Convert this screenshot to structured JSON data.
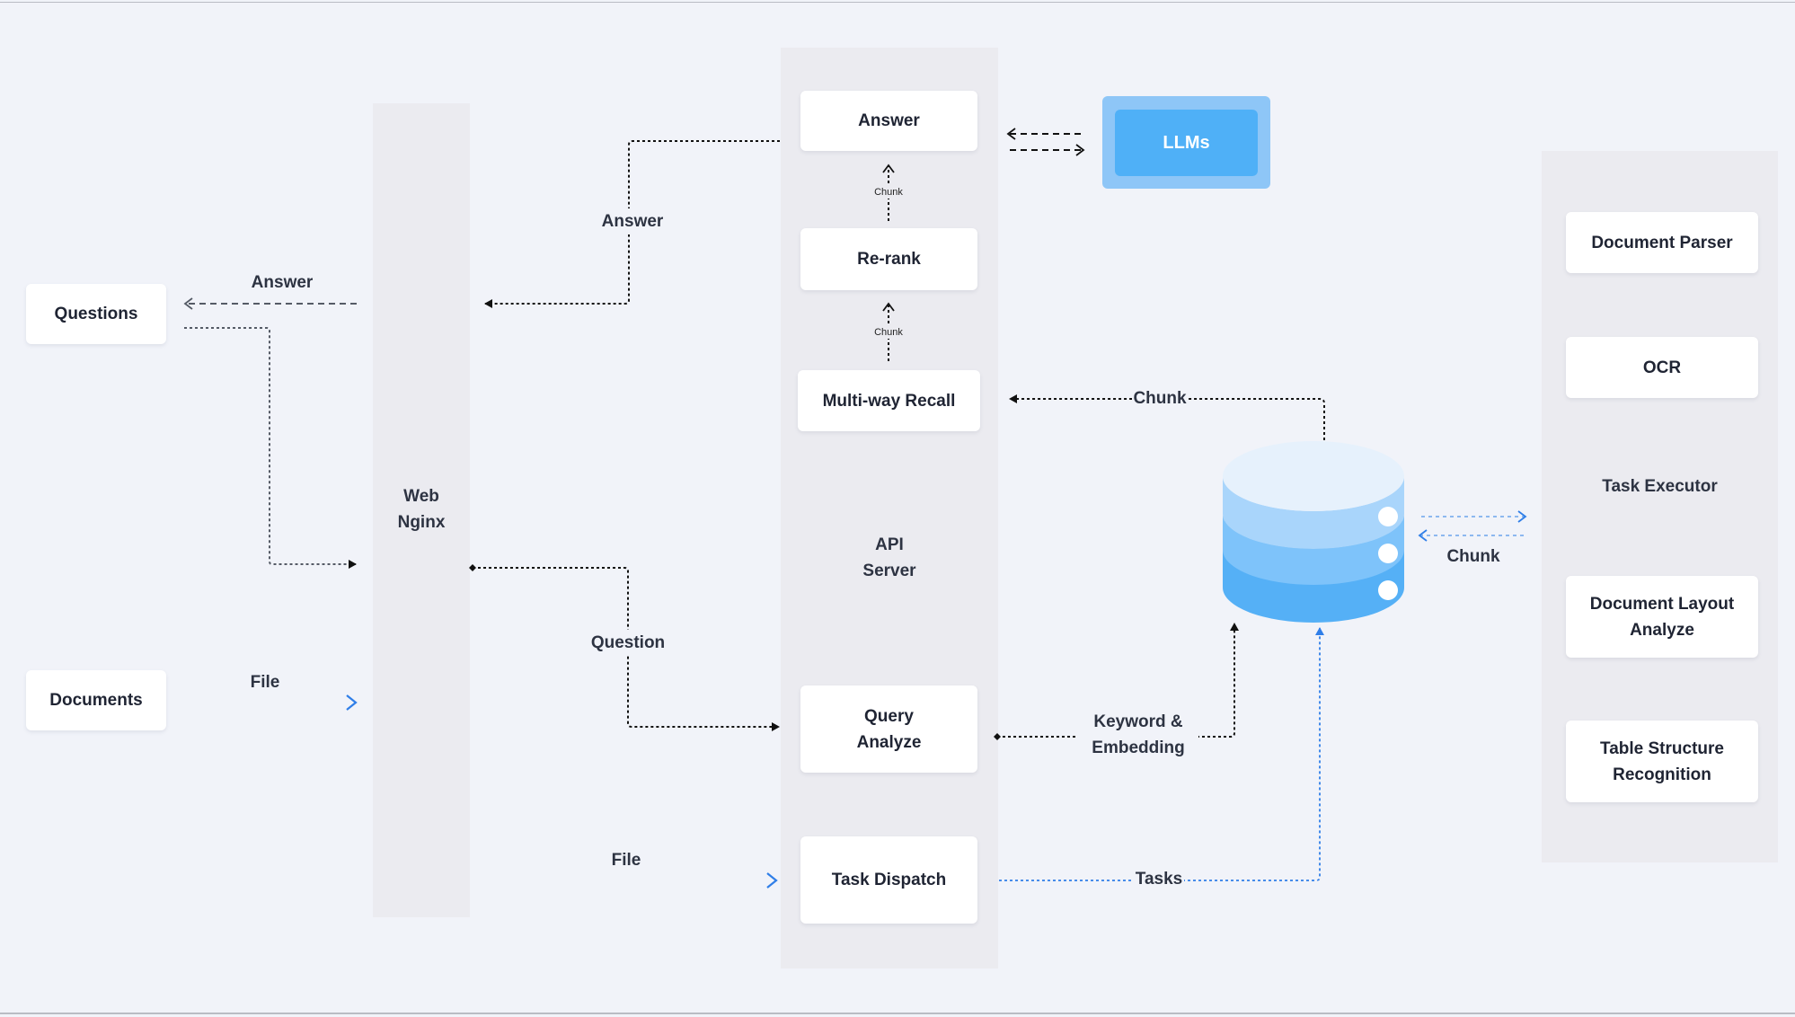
{
  "nodes": {
    "questions": "Questions",
    "documents": "Documents",
    "web_nginx": "Web\nNginx",
    "api_server": "API\nServer",
    "answer": "Answer",
    "rerank": "Re-rank",
    "multi_way_recall": "Multi-way Recall",
    "query_analyze": "Query\nAnalyze",
    "task_dispatch": "Task Dispatch",
    "llms": "LLMs",
    "document_parser": "Document Parser",
    "ocr": "OCR",
    "task_executor": "Task Executor",
    "document_layout_analyze": "Document Layout\nAnalyze",
    "table_structure_recognition": "Table Structure\nRecognition"
  },
  "edges": {
    "answer_to_questions": "Answer",
    "answer_to_nginx": "Answer",
    "question_to_query": "Question",
    "file_documents": "File",
    "file_dispatch": "File",
    "chunk_rerank_to_answer": "Chunk",
    "chunk_recall_to_rerank": "Chunk",
    "chunk_db_to_recall": "Chunk",
    "keyword_embedding": "Keyword &\nEmbedding",
    "tasks": "Tasks",
    "chunk_executor": "Chunk"
  },
  "colors": {
    "background": "#f1f3f9",
    "column": "#ebebf0",
    "box": "#ffffff",
    "dark_line": "#111111",
    "gray_line": "#6b7280",
    "blue_line": "#2f7ee8",
    "llm_inner": "#4fb0f7",
    "llm_outer": "#8ec6f7",
    "db_top": "#e6f1fc",
    "db_mid1": "#a9d5fb",
    "db_mid2": "#7ec3fa",
    "db_bottom": "#55b0f6"
  }
}
